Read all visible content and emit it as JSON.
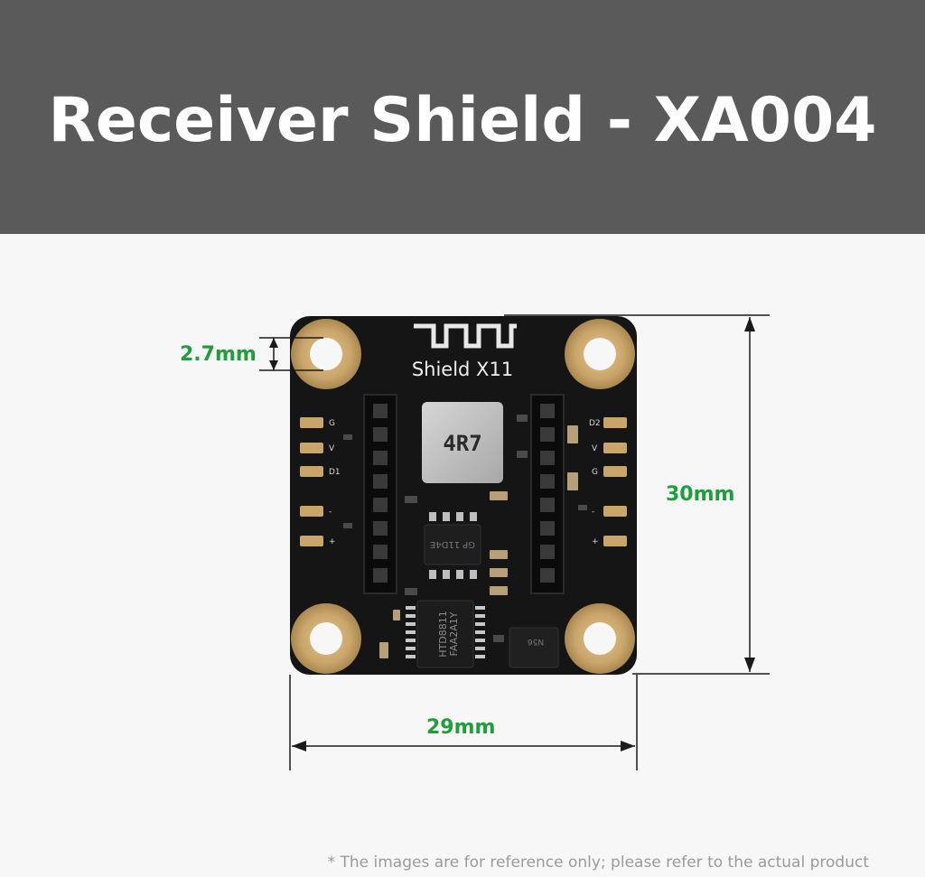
{
  "header": {
    "title": "Receiver Shield - XA004"
  },
  "board": {
    "logo_icon": "wave-logo-icon",
    "silkscreen_title": "Shield X11",
    "inductor_marking": "4R7",
    "chip_small_marking": "GP 11D4E",
    "chip_driver_marking_1": "HTD8811",
    "chip_driver_marking_2": "FAA2A1Y",
    "chip_right_marking": "N56",
    "left_pad_labels": [
      "G",
      "V",
      "D1",
      "-",
      "+"
    ],
    "right_pad_labels": [
      "D2",
      "V",
      "G",
      "-",
      "+"
    ],
    "colors": {
      "pcb": "#151515",
      "gold": "#c9a56a",
      "dimension": "#1f9e3c"
    }
  },
  "dimensions": {
    "hole": "2.7mm",
    "height": "30mm",
    "width": "29mm"
  },
  "footer": {
    "note": "* The images are for reference only; please refer to the actual product"
  }
}
